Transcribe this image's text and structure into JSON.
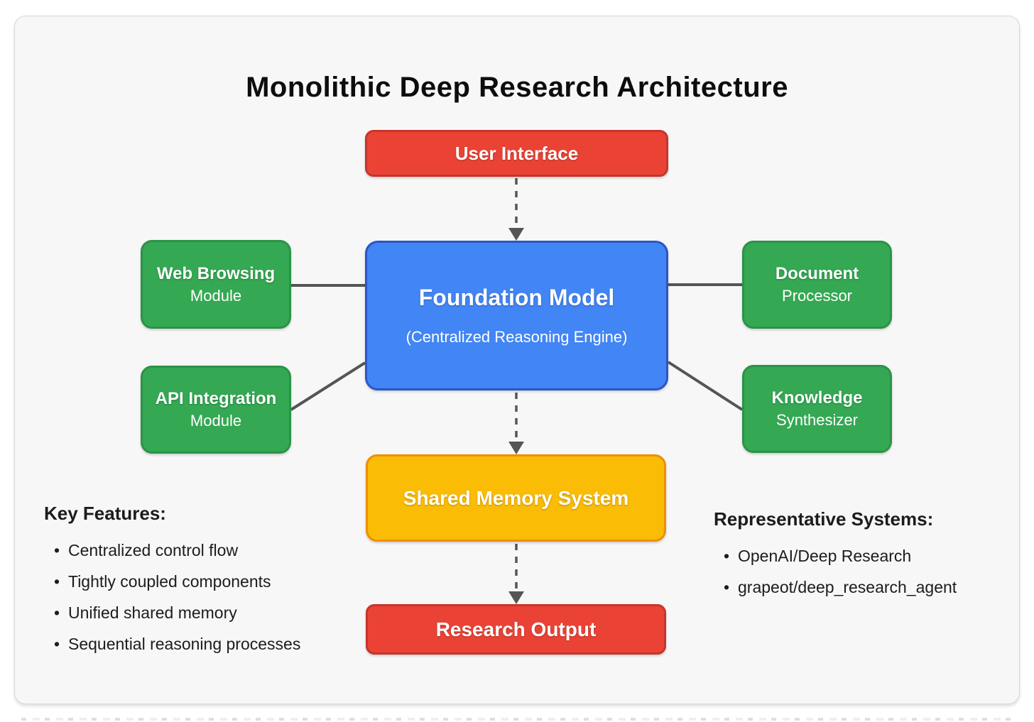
{
  "title": "Monolithic Deep Research Architecture",
  "colors": {
    "red_fill": "#EA4335",
    "red_border": "#C5352B",
    "blue_fill": "#4285F4",
    "blue_border": "#2A56C6",
    "green_fill": "#34A853",
    "green_border": "#2B9348",
    "amber_fill": "#FBBC05",
    "amber_border": "#EF8E00",
    "connector": "#555555",
    "card_background": "#f7f7f7"
  },
  "nodes": {
    "user_interface": {
      "label": "User Interface"
    },
    "foundation_model": {
      "label": "Foundation Model",
      "sublabel": "(Centralized Reasoning Engine)"
    },
    "web_browsing": {
      "title": "Web Browsing",
      "subtitle": "Module"
    },
    "api_integration": {
      "title": "API Integration",
      "subtitle": "Module"
    },
    "document_processor": {
      "title": "Document",
      "subtitle": "Processor"
    },
    "knowledge_synthesizer": {
      "title": "Knowledge",
      "subtitle": "Synthesizer"
    },
    "shared_memory": {
      "label": "Shared Memory System"
    },
    "research_output": {
      "label": "Research Output"
    }
  },
  "key_features": {
    "heading": "Key Features:",
    "items": [
      "Centralized control flow",
      "Tightly coupled components",
      "Unified shared memory",
      "Sequential reasoning processes"
    ]
  },
  "representative_systems": {
    "heading": "Representative Systems:",
    "items": [
      "OpenAI/Deep Research",
      "grapeot/deep_research_agent"
    ]
  }
}
